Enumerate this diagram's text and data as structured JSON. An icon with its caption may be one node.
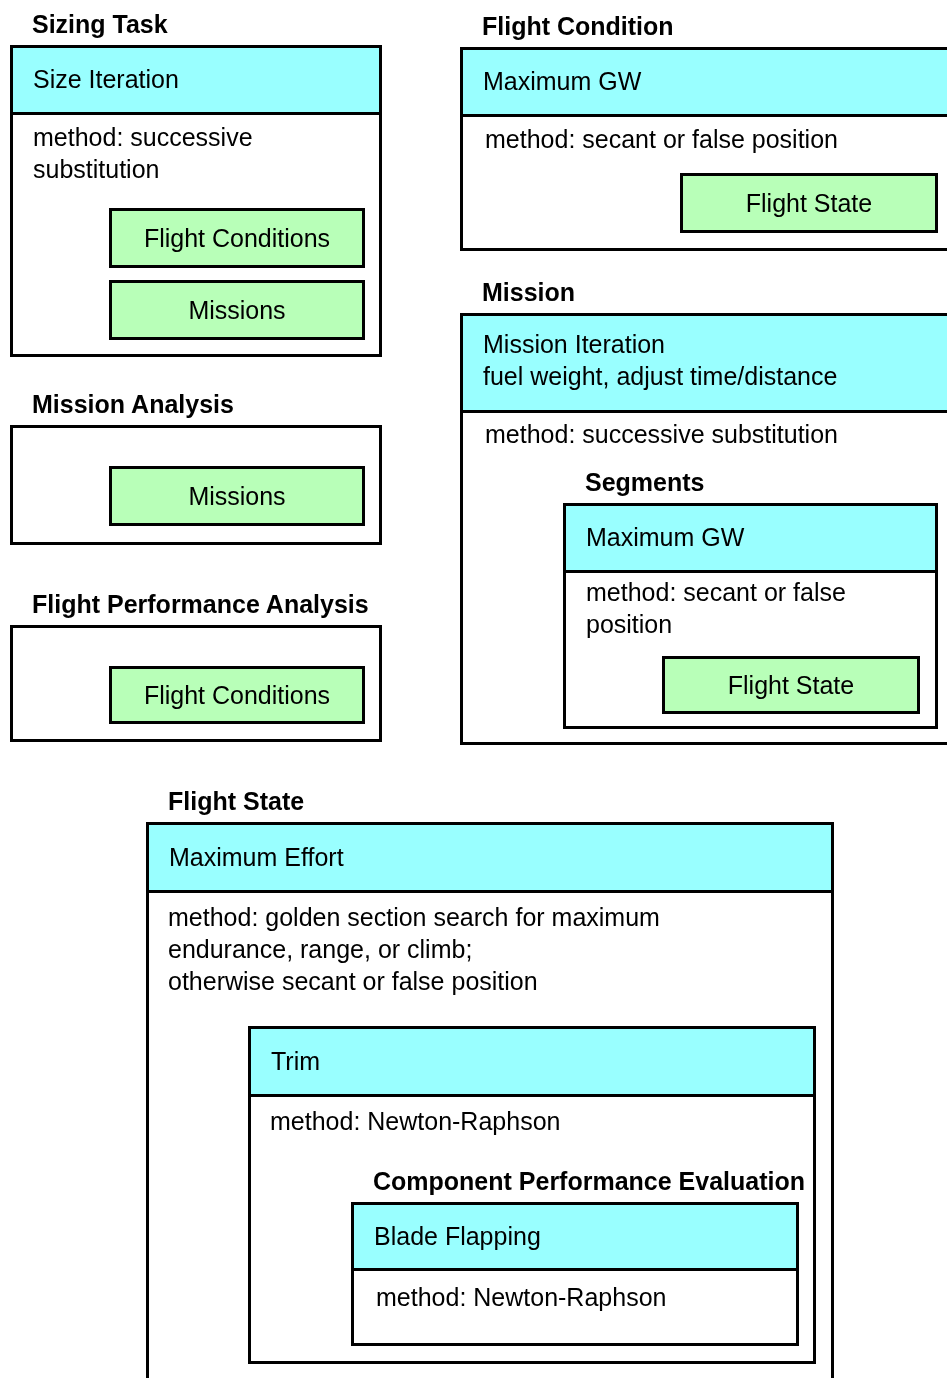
{
  "diagram": {
    "nodes": [
      {
        "text": [
          "Sizing Task",
          "method: successive substitution"
        ]
      },
      {
        "text": [
          "Size Iteration"
        ],
        "in": 0
      },
      {
        "text": [
          "Flight Conditions"
        ],
        "in": 0
      },
      {
        "text": [
          "Missions"
        ],
        "in": 0
      },
      {
        "text": [
          "Mission Analysis"
        ]
      },
      {
        "text": [
          "Missions"
        ],
        "in": 4
      },
      {
        "text": [
          "Flight Performance Analysis"
        ]
      },
      {
        "text": [
          "Flight Conditions"
        ],
        "in": 6
      },
      {
        "text": [
          "Flight Condition",
          "method: secant or false position"
        ]
      },
      {
        "text": [
          "Maximum GW"
        ],
        "in": 8
      },
      {
        "text": [
          "Flight State"
        ],
        "in": 8
      },
      {
        "text": [
          "Mission",
          "method: successive substitution"
        ]
      },
      {
        "text": [
          "Mission Iteration",
          "fuel weight, adjust time/distance"
        ],
        "in": 11
      },
      {
        "text": [
          "Segments",
          "method: secant or false position"
        ],
        "in": 11
      },
      {
        "text": [
          "Maximum GW"
        ],
        "in": 13
      },
      {
        "text": [
          "Flight State"
        ],
        "in": 13
      },
      {
        "text": [
          "Flight State",
          "method: golden section search for maximum endurance, range, or climb;",
          "otherwise secant or false position"
        ]
      },
      {
        "text": [
          "Maximum Effort"
        ],
        "in": 16
      },
      {
        "text": [
          "method: Newton-Raphson"
        ],
        "in": 16
      },
      {
        "text": [
          "Trim"
        ],
        "in": 18
      },
      {
        "text": [
          "Component Performance Evaluation",
          "method: Newton-Raphson"
        ],
        "in": 18
      },
      {
        "text": [
          "Blade Flapping"
        ],
        "in": 20
      }
    ],
    "edges": []
  }
}
